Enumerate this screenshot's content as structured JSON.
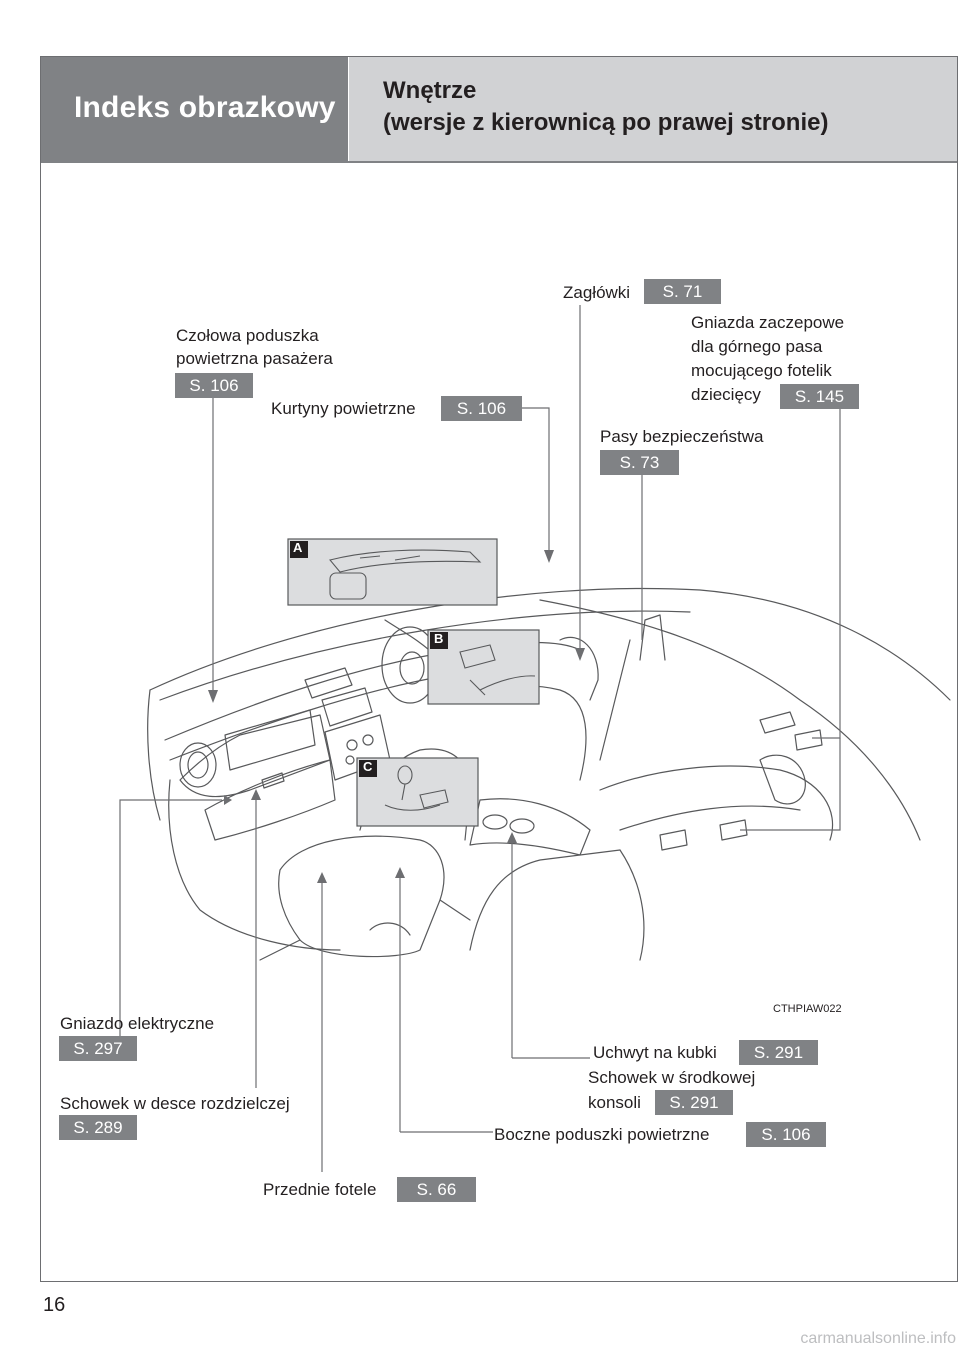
{
  "header": {
    "section": "Indeks obrazkowy",
    "title_line1": "Wnętrze",
    "title_line2": "(wersje z kierownicą po prawej stronie)"
  },
  "callouts": {
    "passenger_airbag": {
      "line1": "Czołowa poduszka",
      "line2": "powietrzna pasażera",
      "page": "S. 106"
    },
    "curtain_airbags": {
      "label": "Kurtyny powietrzne",
      "page": "S. 106"
    },
    "headrests": {
      "label": "Zagłówki",
      "page": "S. 71"
    },
    "anchors": {
      "line1": "Gniazda zaczepowe",
      "line2": "dla górnego pasa",
      "line3": "mocującego fotelik",
      "line4": "dziecięcy",
      "page": "S. 145"
    },
    "seatbelts": {
      "label": "Pasy bezpieczeństwa",
      "page": "S. 73"
    },
    "power_outlet": {
      "label": "Gniazdo elektryczne",
      "page": "S. 297"
    },
    "glovebox": {
      "label": "Schowek w desce rozdzielczej",
      "page": "S. 289"
    },
    "front_seats": {
      "label": "Przednie fotele",
      "page": "S. 66"
    },
    "side_airbags": {
      "label": "Boczne poduszki powietrzne",
      "page": "S. 106"
    },
    "cup_holder": {
      "label": "Uchwyt na kubki",
      "page": "S. 291"
    },
    "console_box": {
      "line1": "Schowek w środkowej",
      "line2": "konsoli",
      "page": "S. 291"
    }
  },
  "insets": {
    "a": "A",
    "b": "B",
    "c": "C"
  },
  "image_code": "CTHPIAW022",
  "page_number": "16",
  "footer": "carmanualsonline.info",
  "colors": {
    "header_dark": "#808285",
    "header_light": "#d1d2d4",
    "badge": "#808285",
    "line": "#6d6e71"
  }
}
